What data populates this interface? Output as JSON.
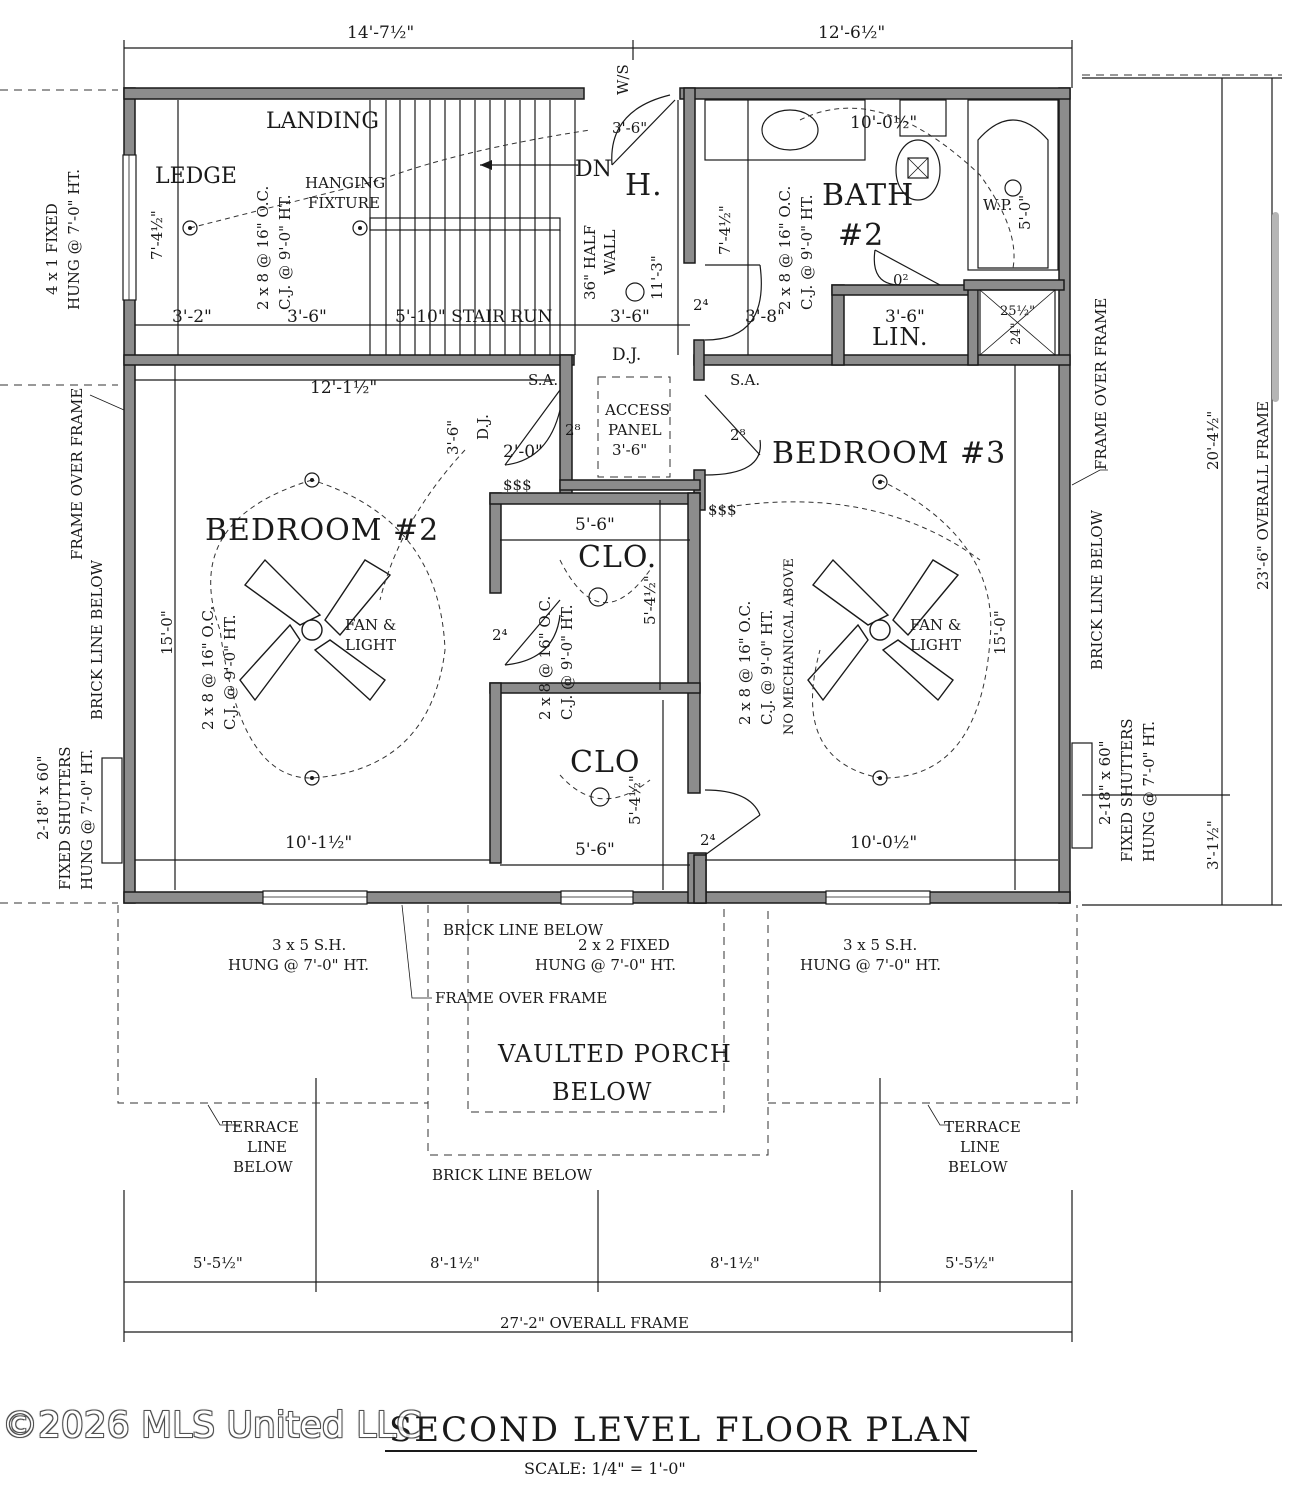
{
  "title": "SECOND LEVEL FLOOR PLAN",
  "scale": "SCALE: 1/4\" = 1'-0\"",
  "watermark": "©2026 MLS United LLC",
  "rooms": {
    "ledge": "LEDGE",
    "landing": "LANDING",
    "hall": "H.",
    "bath": "BATH",
    "bath_num": "#2",
    "lin": "LIN.",
    "bedroom2": "BEDROOM #2",
    "bedroom3": "BEDROOM #3",
    "clo1": "CLO.",
    "clo2": "CLO",
    "access1": "ACCESS",
    "access2": "PANEL",
    "access3": "3'-6\"",
    "porch1": "VAULTED PORCH",
    "porch2": "BELOW"
  },
  "dims": {
    "top_left": "14'-7½\"",
    "top_right": "12'-6½\"",
    "ledge_h": "7'-4½\"",
    "ledge_w": "3'-2\"",
    "stair_w": "3'-6\"",
    "stair_run": "5'-10\" STAIR RUN",
    "hall_w": "3'-6\"",
    "hall_len": "11'-3\"",
    "hall_top": "3'-6\"",
    "bath_w": "10'-0½\"",
    "bath_h": "7'-4½\"",
    "bath_left": "3'-8\"",
    "lin_w": "3'-6\"",
    "shower": "25½\"",
    "shower2": "24\"",
    "wp": "W.P.",
    "wp_h": "5'-0\"",
    "bed2_w": "12'-1½\"",
    "bed2_h": "15'-0\"",
    "bed2_bottom": "10'-1½\"",
    "bed3_h": "15'-0\"",
    "bed3_bottom": "10'-0½\"",
    "clo1_w": "5'-6\"",
    "clo1_h": "5'-4½\"",
    "clo2_w": "5'-6\"",
    "clo2_h": "5'-4½\"",
    "dj_w": "2'-0\"",
    "dj_h": "3'-6\"",
    "bot1": "5'-5½\"",
    "bot2": "8'-1½\"",
    "bot3": "8'-1½\"",
    "bot4": "5'-5½\"",
    "overall_w": "27'-2\" OVERALL FRAME",
    "right_upper": "20'-4½\"",
    "right_lower": "3'-1½\"",
    "overall_h": "23'-6\" OVERALL FRAME"
  },
  "notes": {
    "ws": "W/S",
    "dn": "DN",
    "half_wall1": "36\" HALF",
    "half_wall2": "WALL",
    "hanging1": "HANGING",
    "hanging2": "FIXTURE",
    "dj": "D.J.",
    "sa": "S.A.",
    "fan1": "FAN &",
    "fan2": "LIGHT",
    "no_mech": "NO MECHANICAL ABOVE",
    "cj1": "2 x 8 @ 16\" O.C.",
    "cj2": "C.J. @ 9'-0\" HT.",
    "frame_over": "FRAME OVER FRAME",
    "brick_below": "BRICK LINE BELOW",
    "terrace1": "TERRACE",
    "terrace2": "LINE",
    "terrace3": "BELOW",
    "win_left1": "4 x 1 FIXED",
    "win_left2": "HUNG @ 7'-0\" HT.",
    "win_sh1": "3 x 5 S.H.",
    "win_sh2": "HUNG @ 7'-0\" HT.",
    "win_fixed1": "2 x 2 FIXED",
    "win_fixed2": "HUNG @ 7'-0\" HT.",
    "shut1": "2-18\" x 60\"",
    "shut2": "FIXED SHUTTERS",
    "shut3": "HUNG @ 7'-0\" HT.",
    "door24": "2⁴",
    "door28": "2⁸",
    "door02": "0²",
    "sss": "$$$"
  }
}
